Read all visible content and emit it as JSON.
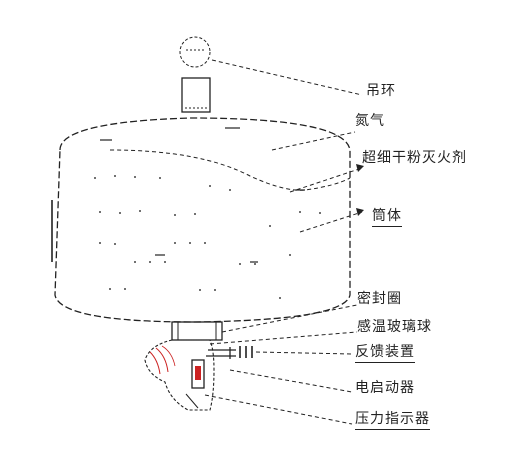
{
  "labels": {
    "hanger": "吊环",
    "nitrogen": "氮气",
    "powder": "超细干粉灭火剂",
    "body": "筒体",
    "seal": "密封圈",
    "glass_bulb": "感温玻璃球",
    "feedback": "反馈装置",
    "electric_start": "电启动器",
    "pressure_indicator": "压力指示器"
  },
  "colors": {
    "line": "#222222",
    "accent_red": "#cc2222"
  }
}
